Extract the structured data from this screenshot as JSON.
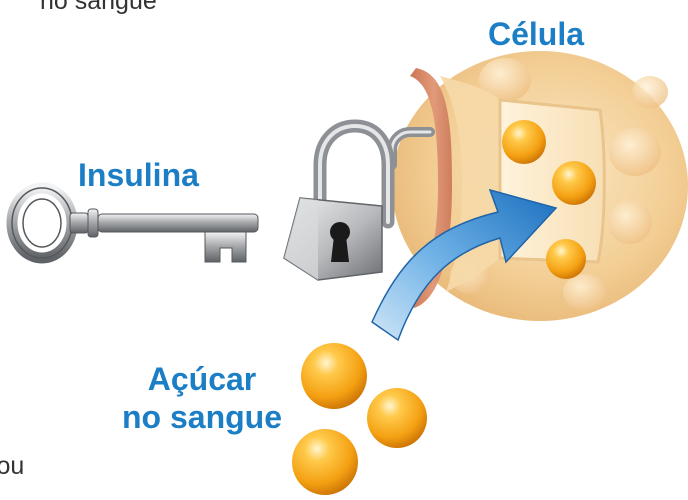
{
  "labels": {
    "cut_top": "no sangue",
    "cell": "Célula",
    "insulin": "Insulina",
    "sugar_line1": "Açúcar",
    "sugar_line2": "no sangue",
    "cut_bottom": "n ou"
  },
  "colors": {
    "label_blue": "#1c7fc6",
    "cell_body": "#f3cf96",
    "cell_wall": "#d9876a",
    "sugar_orange": "#f4a012",
    "arrow_blue": "#2f86cf",
    "metal_gray": "#9a9ca0",
    "text_gray": "#333333"
  },
  "icons": {
    "key": "key-icon",
    "padlock": "padlock-icon",
    "arrow": "arrow-icon",
    "sugar": "sugar-sphere-icon",
    "cell": "cell-icon"
  }
}
